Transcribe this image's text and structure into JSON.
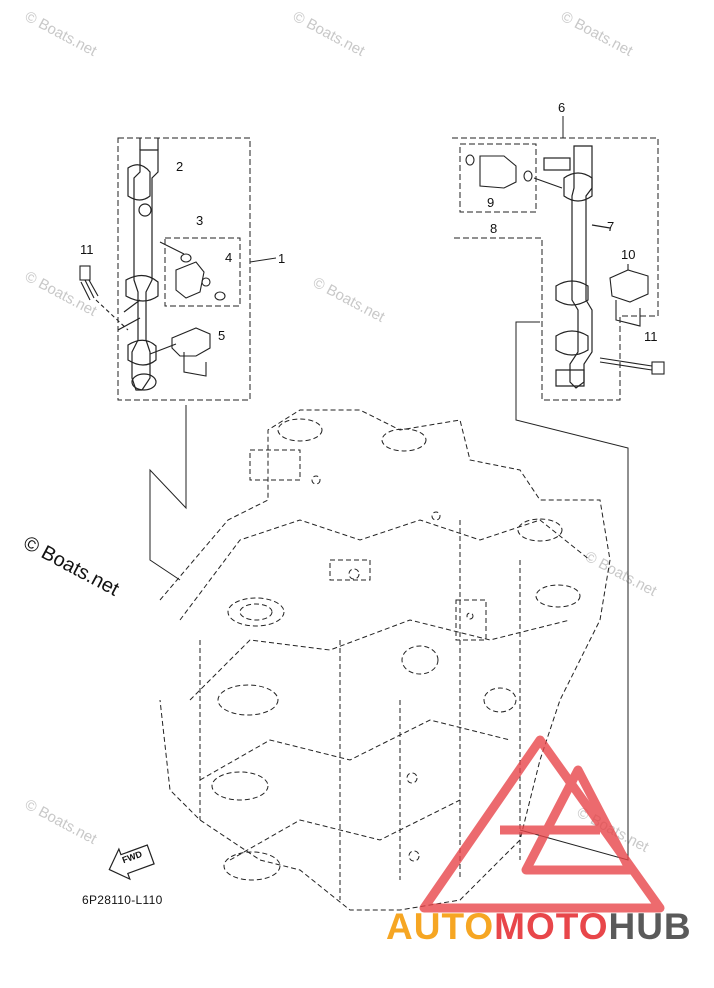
{
  "diagram": {
    "part_code": "6P28110-L110",
    "fwd_label": "FWD",
    "watermark_text": "© Boats.net",
    "big_watermark_text": "© Boats.net",
    "callouts": [
      "1",
      "2",
      "3",
      "4",
      "5",
      "6",
      "7",
      "8",
      "9",
      "10",
      "11",
      "11"
    ]
  },
  "brand": {
    "part1": "AUTO",
    "part2": "MOTO",
    "part3": "HUB",
    "colors": {
      "auto": "#f6a623",
      "moto": "#e8464a",
      "hub": "#5a5a5a",
      "triangle": "#e8464a"
    }
  }
}
